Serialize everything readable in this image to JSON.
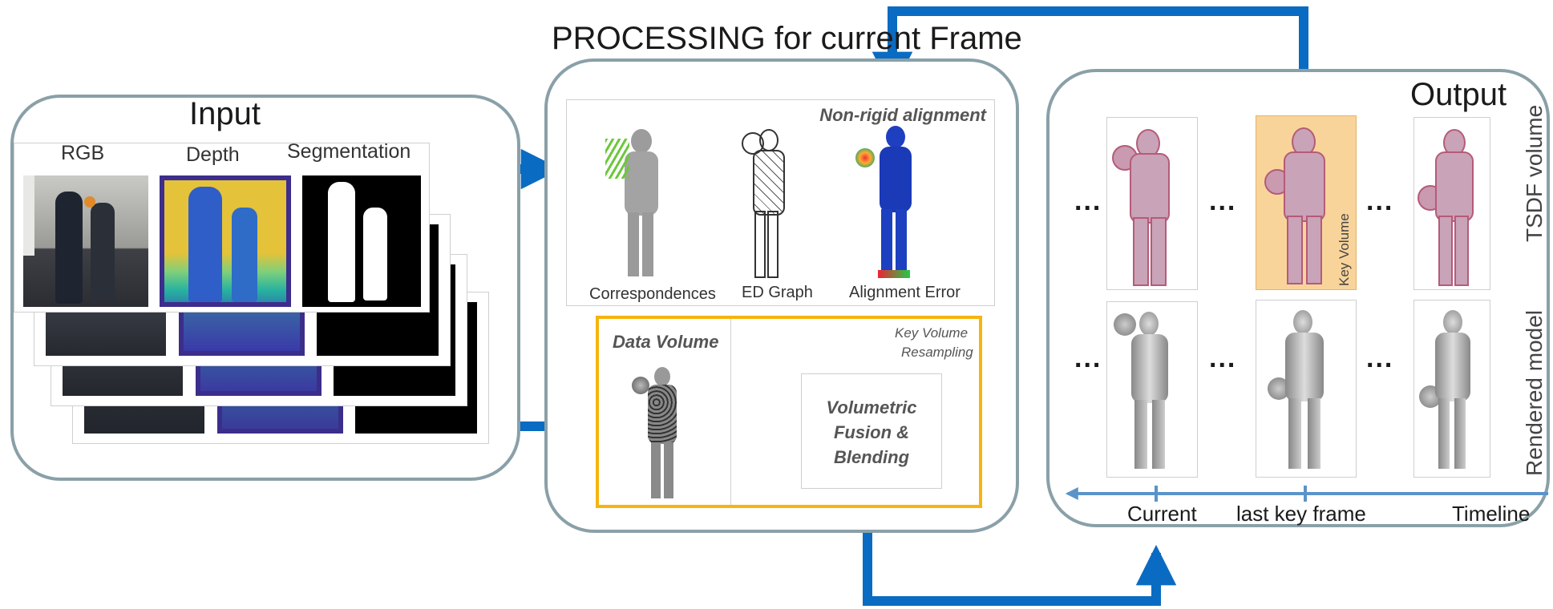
{
  "title": "PROCESSING for current Frame",
  "input": {
    "title": "Input",
    "columns": [
      "RGB",
      "Depth",
      "Segmentation"
    ]
  },
  "processing": {
    "section_title": "Non-rigid alignment",
    "items": [
      "Correspondences",
      "ED Graph",
      "Alignment Error"
    ],
    "data_volume": "Data Volume",
    "key_volume_resampling": [
      "Key Volume",
      "Resampling"
    ],
    "fusion_box": [
      "Volumetric",
      "Fusion &",
      "Blending"
    ]
  },
  "output": {
    "title": "Output",
    "row_labels": [
      "TSDF volume",
      "Rendered model"
    ],
    "key_volume_label": "Key Volume",
    "ellipsis": "...",
    "timeline_labels": [
      "Current",
      "last key frame",
      "Timeline"
    ]
  },
  "colors": {
    "arrow_blue": "#0a6bc2",
    "panel_border": "#8aa0a8",
    "highlight_yellow": "#f5b40f",
    "key_volume_bg": "#f9d49a",
    "timeline_blue": "#5b93c9"
  }
}
